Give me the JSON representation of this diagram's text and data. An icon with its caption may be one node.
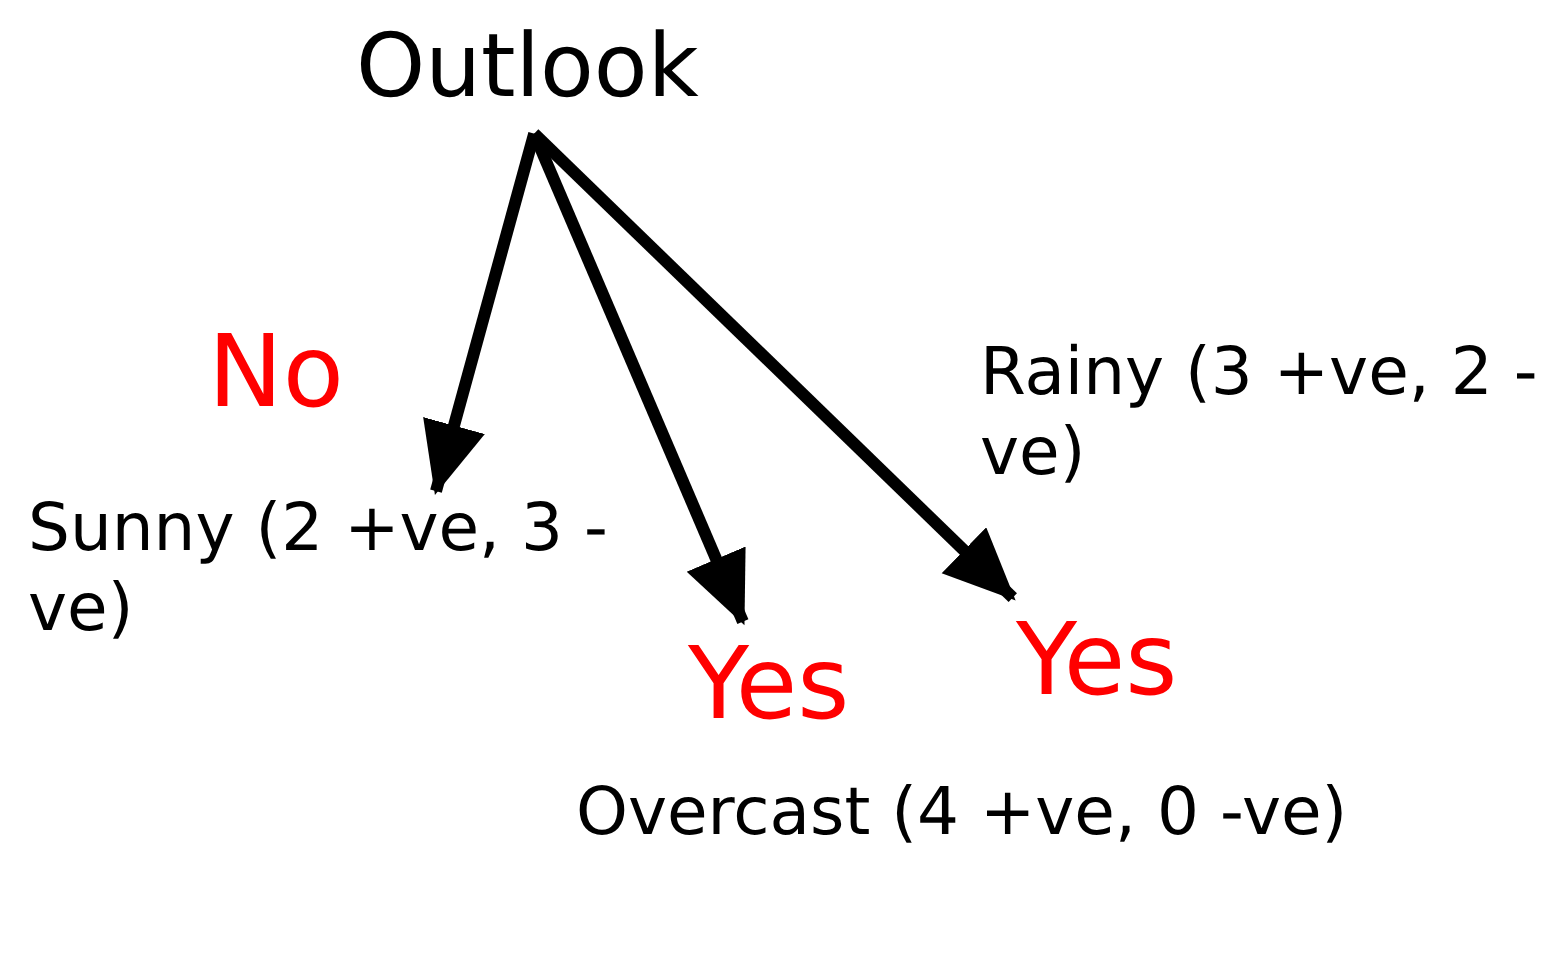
{
  "diagram": {
    "nodes": [
      {
        "text": [
          "Outlook"
        ]
      },
      {
        "text": [
          "Sunny (2 +ve, 3 -ve)"
        ],
        "beside": [
          "No"
        ]
      },
      {
        "text": [
          "Yes"
        ],
        "beside": [
          "Overcast (4 +ve, 0 -ve)"
        ]
      },
      {
        "text": [
          "Yes"
        ],
        "beside": [
          "Rainy (3 +ve, 2 -ve)"
        ]
      }
    ],
    "edges": [
      {
        "from": 0,
        "to": 1,
        "arrow": "to"
      },
      {
        "from": 0,
        "to": 2,
        "arrow": "to"
      },
      {
        "from": 0,
        "to": 3,
        "arrow": "to"
      }
    ]
  }
}
